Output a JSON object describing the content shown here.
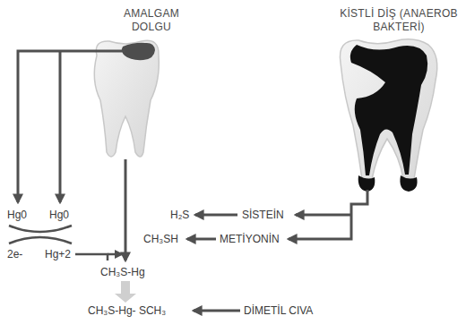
{
  "diagram": {
    "labels": [
      "AMALGAM DOLGU",
      "KİSTLİ DİŞ (ANAEROB BAKTERİ)",
      "H₂S",
      "SİSTEİN",
      "CH₃SH",
      "METİYONİN",
      "Hg0",
      "Hg0",
      "2e-",
      "Hg+2",
      "CH₃S-Hg",
      "CH₃S-Hg- SCH₃",
      "DİMETİL CIVA"
    ]
  }
}
